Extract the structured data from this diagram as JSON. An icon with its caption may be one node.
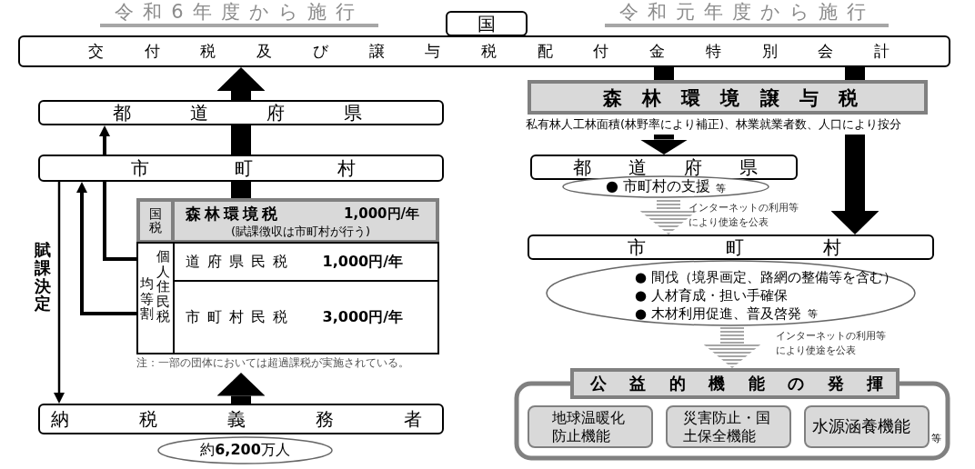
{
  "diagram": {
    "nodes": [
      {
        "text": [
          "国"
        ]
      },
      {
        "text": [
          "交付税及び譲与税配付金特別会計"
        ]
      },
      {
        "text": [
          "都道府県"
        ]
      },
      {
        "text": [
          "市町村"
        ]
      },
      {
        "text": [
          "国税"
        ]
      },
      {
        "text": [
          "森林環境税",
          "1,000円/年",
          "(賦課徴収は市町村が行う)"
        ]
      },
      {
        "text": [
          "均等割",
          "個人住民税"
        ]
      },
      {
        "text": [
          "道府県民税",
          "1,000円/年"
        ]
      },
      {
        "text": [
          "市町村民税",
          "3,000円/年"
        ]
      },
      {
        "text": [
          "納税義務者"
        ]
      },
      {
        "text": [
          "約**6,200**万人"
        ]
      },
      {
        "text": [
          "森林環境譲与税"
        ],
        "beside": [
          "私有林人工林面積(林野率により補正)、林業就業者数、人口により按分"
        ]
      },
      {
        "text": [
          "都道府県"
        ]
      },
      {
        "text": [
          "● 市町村の支援",
          "等"
        ]
      },
      {
        "text": [
          "市町村"
        ]
      },
      {
        "text": [
          "● 間伐（境界画定、路網の整備等を含む）",
          "● 人材育成・担い手確保",
          "● 木材利用促進、普及啓発",
          "等"
        ]
      },
      {
        "text": [
          "公益的機能の発揮",
          "等"
        ]
      },
      {
        "text": [
          "地球温暖化防止機能"
        ],
        "in": 16
      },
      {
        "text": [
          "災害防止・国土保全機能"
        ],
        "in": 16
      },
      {
        "text": [
          "水源涵養機能"
        ],
        "in": 16
      }
    ],
    "edges": [
      {
        "from": 3,
        "to": 9,
        "arrow": "to",
        "label": "賦課決定"
      },
      {
        "from": 6,
        "to": 3,
        "arrow": "none"
      },
      {
        "from": 3,
        "to": 2,
        "arrow": "to"
      },
      {
        "from": 6,
        "to": 3,
        "arrow": "to"
      },
      {
        "from": 5,
        "to": 3,
        "arrow": "none"
      },
      {
        "from": 3,
        "to": 2,
        "arrow": "none"
      },
      {
        "from": 2,
        "to": 1,
        "arrow": "to"
      },
      {
        "from": 9,
        "to": 8,
        "arrow": "to"
      },
      {
        "from": 1,
        "to": 11,
        "arrow": "none"
      },
      {
        "from": 1,
        "to": 11,
        "arrow": "none"
      },
      {
        "from": 11,
        "to": 12,
        "arrow": "to"
      },
      {
        "from": 11,
        "to": 14,
        "arrow": "to"
      },
      {
        "from": 13,
        "to": 14,
        "arrow": "to",
        "color": "#a6a6a6",
        "label": "インターネットの利用等により使途を公表"
      },
      {
        "from": 15,
        "to": 16,
        "arrow": "to",
        "color": "#a6a6a6",
        "label": "インターネットの利用等により使途を公表"
      }
    ],
    "labels": [
      "令和6年度から施行",
      "令和元年度から施行",
      "注：一部の団体においては超過課税が実施されている。"
    ]
  }
}
